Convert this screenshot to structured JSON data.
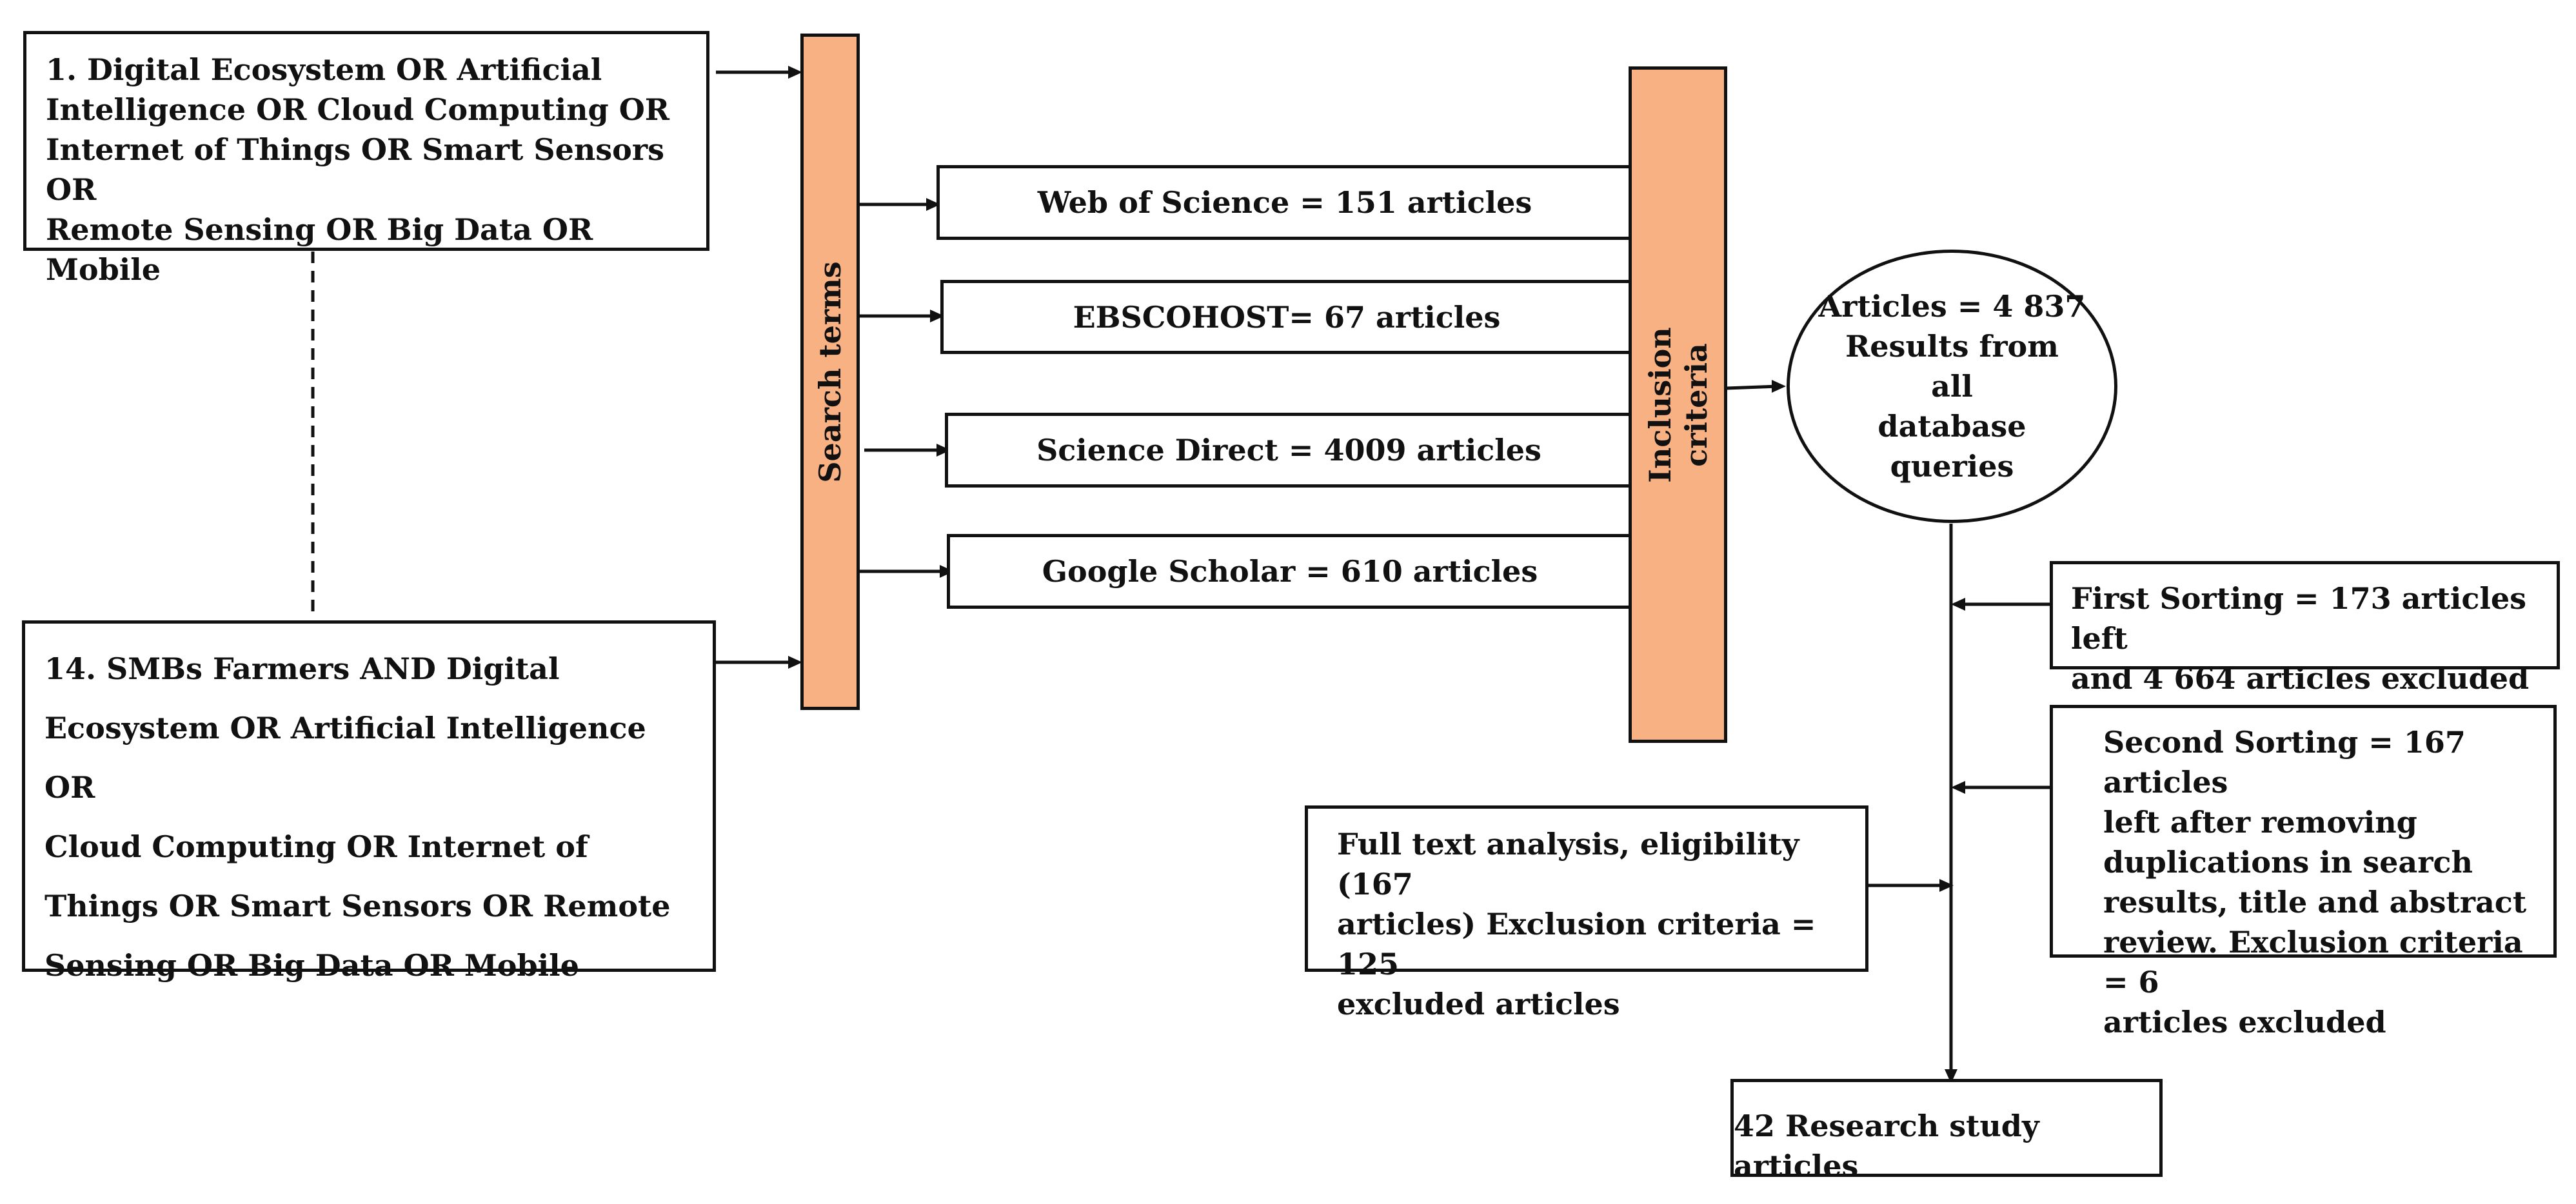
{
  "query_one": {
    "lines": [
      "1. Digital Ecosystem OR Artificial",
      "Intelligence OR Cloud Computing OR",
      "Internet of Things OR Smart Sensors OR",
      "Remote Sensing OR Big Data OR Mobile"
    ]
  },
  "query_two": {
    "lines": [
      "14. SMBs Farmers AND Digital",
      "Ecosystem OR Artificial Intelligence OR",
      "Cloud Computing OR Internet of",
      "Things OR Smart Sensors OR Remote",
      "Sensing OR Big Data OR Mobile"
    ]
  },
  "search_terms": {
    "label": "Search terms"
  },
  "databases": [
    {
      "label": "Web of Science = 151 articles"
    },
    {
      "label": "EBSCOHOST= 67 articles"
    },
    {
      "label": "Science Direct = 4009 articles"
    },
    {
      "label": "Google Scholar = 610 articles"
    }
  ],
  "inclusion_criteria": {
    "lines": [
      "Inclusion",
      "criteria"
    ]
  },
  "results": {
    "lines": [
      "Articles = 4 837",
      "Results from",
      "all",
      "database",
      "queries"
    ]
  },
  "first_sorting": {
    "lines": [
      "First Sorting = 173 articles left",
      "and 4 664 articles excluded"
    ]
  },
  "second_sorting": {
    "lines": [
      "Second Sorting = 167 articles",
      "left after removing",
      "duplications in search",
      "results, title and abstract",
      "review. Exclusion criteria = 6",
      "articles excluded"
    ]
  },
  "full_text": {
    "lines": [
      "Full text analysis, eligibility (167",
      "articles) Exclusion criteria = 125",
      "excluded articles"
    ]
  },
  "final": {
    "label": "42 Research study articles"
  },
  "colors": {
    "bar_fill": "#f8b183",
    "stroke": "#111111"
  }
}
